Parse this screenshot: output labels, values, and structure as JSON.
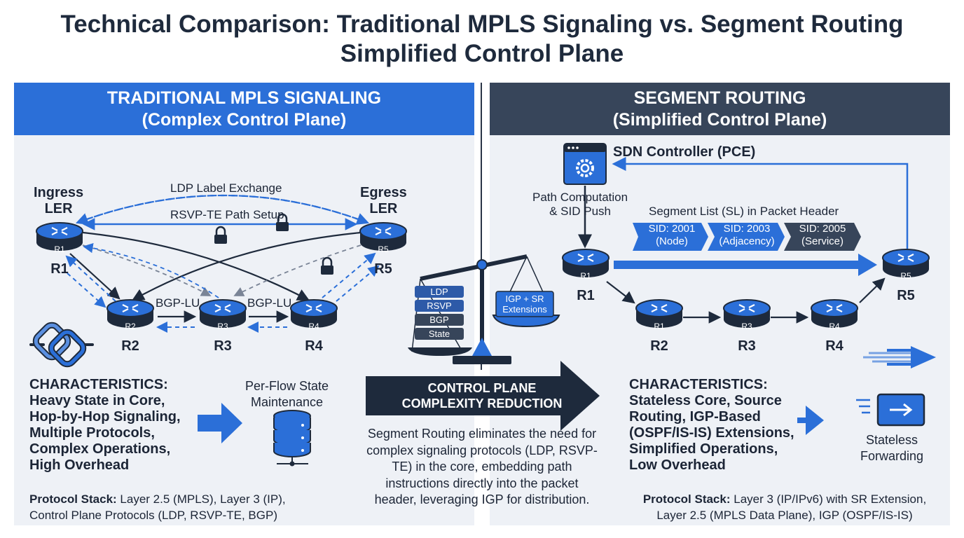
{
  "title": {
    "line1": "Technical Comparison: Traditional MPLS Signaling vs. Segment Routing",
    "line2": "Simplified Control Plane"
  },
  "left": {
    "banner": {
      "line1": "TRADITIONAL MPLS SIGNALING",
      "line2": "(Complex Control Plane)"
    },
    "ingress_label": "Ingress\nLER",
    "egress_label": "Egress\nLER",
    "ldp_label": "LDP Label Exchange",
    "rsvp_label": "RSVP-TE Path Setup",
    "bgp_lu_1": "BGP-LU",
    "bgp_lu_2": "BGP-LU",
    "routers": [
      {
        "icon": "R1",
        "name": "R1"
      },
      {
        "icon": "R5",
        "name": "R5"
      },
      {
        "icon": "R2",
        "name": "R2"
      },
      {
        "icon": "R3",
        "name": "R3"
      },
      {
        "icon": "R4",
        "name": "R4"
      }
    ],
    "characteristics": [
      "CHARACTERISTICS:",
      "Heavy State in Core,",
      "Hop-by-Hop Signaling,",
      "Multiple Protocols,",
      "Complex Operations,",
      "High Overhead"
    ],
    "state_label": "Per-Flow State\nMaintenance",
    "stack_title": "Protocol Stack:",
    "stack_line1": " Layer 2.5 (MPLS), Layer 3 (IP),",
    "stack_line2": "Control Plane Protocols (LDP, RSVP-TE, BGP)"
  },
  "center": {
    "stack_blocks": [
      "LDP",
      "RSVP",
      "BGP",
      "State"
    ],
    "pan_label": "IGP + SR\nExtensions",
    "arrow_line1": "CONTROL PLANE",
    "arrow_line2": "COMPLEXITY REDUCTION",
    "text": "Segment Routing eliminates the need for complex signaling protocols (LDP, RSVP-TE) in the core, embedding path instructions directly into the packet header, leveraging IGP for distribution."
  },
  "right": {
    "banner": {
      "line1": "SEGMENT ROUTING",
      "line2": "(Simplified Control Plane)"
    },
    "controller_label": "SDN Controller (PCE)",
    "path_comp_label": "Path Computation\n& SID Push",
    "segment_list_label": "Segment List (SL) in Packet Header",
    "sids": [
      {
        "line1": "SID: 2001",
        "line2": "(Node)"
      },
      {
        "line1": "SID: 2003",
        "line2": "(Adjacency)"
      },
      {
        "line1": "SID: 2005",
        "line2": "(Service)"
      }
    ],
    "routers": [
      {
        "icon": "R1",
        "name": "R1"
      },
      {
        "icon": "R5",
        "name": "R5"
      },
      {
        "icon": "R1",
        "name": "R2"
      },
      {
        "icon": "R3",
        "name": "R3"
      },
      {
        "icon": "R4",
        "name": "R4"
      }
    ],
    "characteristics": [
      "CHARACTERISTICS:",
      "Stateless Core, Source",
      "Routing, IGP-Based",
      "(OSPF/IS-IS) Extensions,",
      "Simplified Operations,",
      "Low Overhead"
    ],
    "stateless_label": "Stateless\nForwarding",
    "stack_title": "Protocol Stack:",
    "stack_line1": " Layer 3 (IP/IPv6) with SR Extension,",
    "stack_line2": "Layer 2.5 (MPLS Data Plane), IGP (OSPF/IS-IS)"
  },
  "colors": {
    "blue": "#2b6fd8",
    "navy": "#37455a",
    "dark": "#1e2a3c",
    "panel": "#eef1f6"
  }
}
